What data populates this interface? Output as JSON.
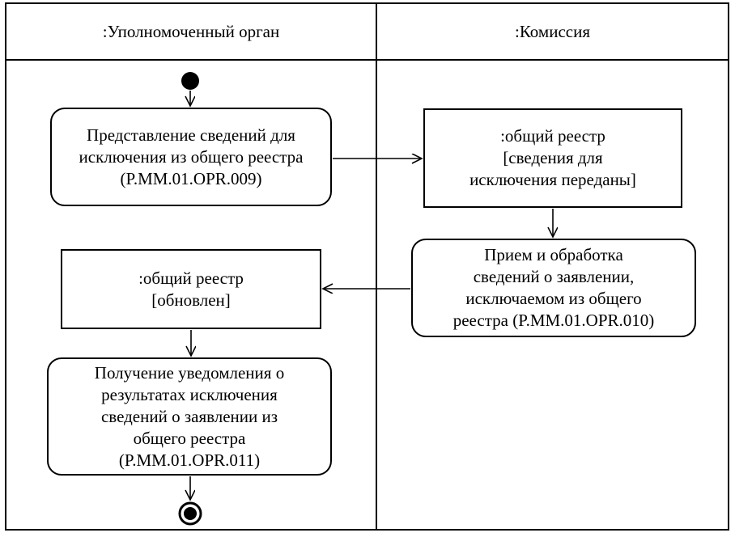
{
  "diagram": {
    "title_hint": "UML activity diagram with swimlanes",
    "colors": {
      "stroke": "#000000",
      "background": "#ffffff"
    },
    "lanes": [
      {
        "title": ":Уполномоченный орган"
      },
      {
        "title": ":Комиссия"
      }
    ],
    "nodes": {
      "start": {
        "type": "initial-node"
      },
      "activity1": {
        "type": "activity",
        "lane": ":Уполномоченный орган",
        "lines": [
          "Представление сведений для",
          "исключения из общего реестра",
          "(P.MM.01.OPR.009)"
        ]
      },
      "object1": {
        "type": "object-state",
        "lane": ":Комиссия",
        "lines": [
          ":общий реестр",
          "[сведения для",
          "исключения переданы]"
        ]
      },
      "activity2": {
        "type": "activity",
        "lane": ":Комиссия",
        "lines": [
          "Прием и обработка",
          "сведений о заявлении,",
          "исключаемом из общего",
          "реестра (P.MM.01.OPR.010)"
        ]
      },
      "object2": {
        "type": "object-state",
        "lane": ":Уполномоченный орган",
        "lines": [
          ":общий реестр",
          "[обновлен]"
        ]
      },
      "activity3": {
        "type": "activity",
        "lane": ":Уполномоченный орган",
        "lines": [
          "Получение уведомления о",
          "результатах исключения",
          "сведений о заявлении из",
          "общего реестра",
          "(P.MM.01.OPR.011)"
        ]
      },
      "final": {
        "type": "final-node"
      }
    },
    "edges": [
      {
        "from": "start",
        "to": "activity1"
      },
      {
        "from": "activity1",
        "to": "object1"
      },
      {
        "from": "object1",
        "to": "activity2"
      },
      {
        "from": "activity2",
        "to": "object2"
      },
      {
        "from": "object2",
        "to": "activity3"
      },
      {
        "from": "activity3",
        "to": "final"
      }
    ]
  }
}
